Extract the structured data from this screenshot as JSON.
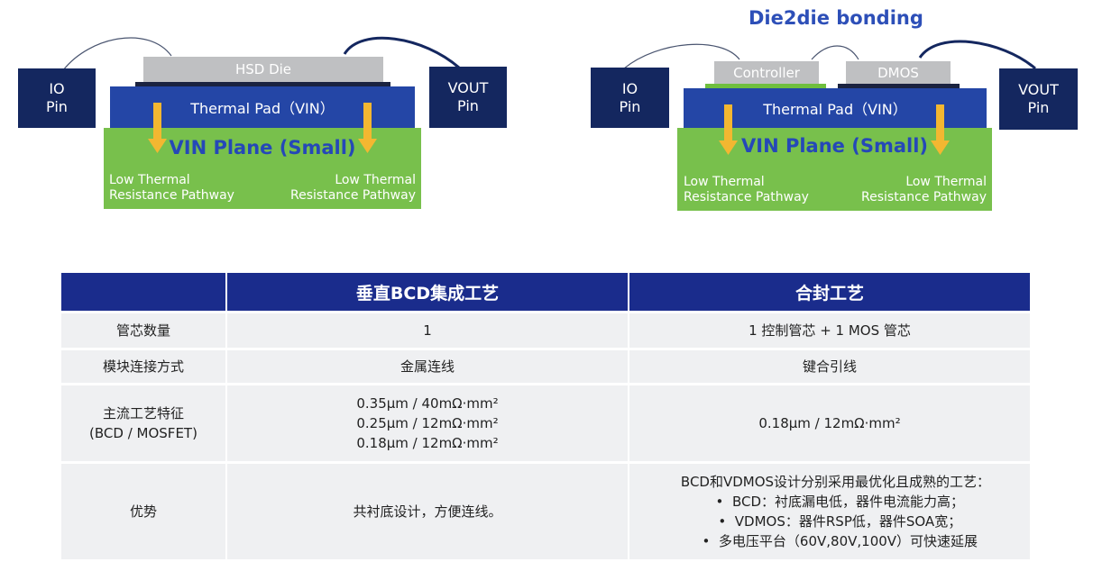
{
  "diagrams": {
    "left": {
      "io_pin": "IO\nPin",
      "vout_pin": "VOUT\nPin",
      "die": "HSD Die",
      "thermal_pad": "Thermal Pad（VIN）",
      "plane": "VIN Plane (Small)",
      "pathway_left": "Low Thermal\nResistance Pathway",
      "pathway_right": "Low Thermal\nResistance Pathway"
    },
    "right": {
      "heading": "Die2die bonding",
      "io_pin": "IO\nPin",
      "vout_pin": "VOUT\nPin",
      "controller": "Controller",
      "dmos": "DMOS",
      "thermal_pad": "Thermal Pad（VIN）",
      "plane": "VIN Plane (Small)",
      "pathway_left": "Low Thermal\nResistance Pathway",
      "pathway_right": "Low Thermal\nResistance Pathway"
    },
    "colors": {
      "pin": "#14275f",
      "thermal_pad": "#2446a6",
      "plane": "#78c04c",
      "die": "#bfc0c2",
      "arrow": "#f3b731",
      "plane_title": "#2548b8"
    }
  },
  "table": {
    "headers": [
      "",
      "垂直BCD集成工艺",
      "合封工艺"
    ],
    "rows": [
      {
        "label": "管芯数量",
        "bcd": "1",
        "copack": "1 控制管芯 + 1 MOS 管芯"
      },
      {
        "label": "模块连接方式",
        "bcd": "金属连线",
        "copack": "键合引线"
      },
      {
        "label": "主流工艺特征\n(BCD / MOSFET)",
        "bcd": "0.35μm / 40mΩ·mm²\n0.25μm / 12mΩ·mm²\n0.18μm / 12mΩ·mm²",
        "copack": "0.18μm / 12mΩ·mm²"
      },
      {
        "label": "优势",
        "bcd": "共衬底设计，方便连线。",
        "copack_title": "BCD和VDMOS设计分别采用最优化且成熟的工艺：",
        "copack_items": [
          "BCD：衬底漏电低，器件电流能力高；",
          "VDMOS：器件RSP低，器件SOA宽；",
          "多电压平台（60V,80V,100V）可快速延展"
        ],
        "bullet": "•"
      }
    ],
    "colors": {
      "header_bg": "#1a2c8c",
      "row_bg": "#eff0f2"
    }
  }
}
